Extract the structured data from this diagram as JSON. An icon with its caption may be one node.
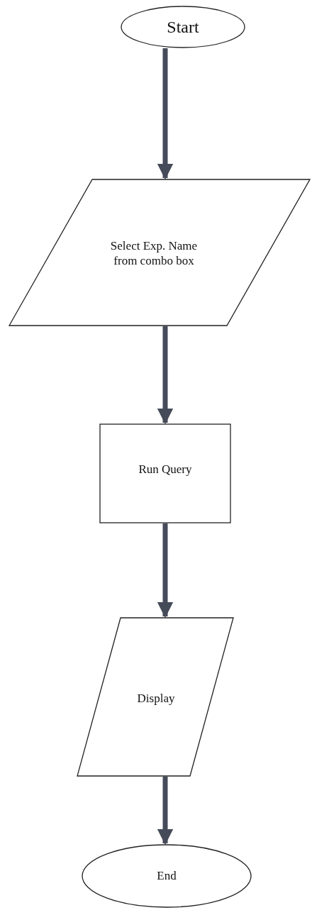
{
  "diagram": {
    "nodes": [
      {
        "text": [
          "Start"
        ]
      },
      {
        "text": [
          "Select Exp. Name from combo box"
        ]
      },
      {
        "text": [
          "Run Query"
        ]
      },
      {
        "text": [
          "Display"
        ]
      },
      {
        "text": [
          "End"
        ]
      }
    ],
    "edges": [
      {
        "from": 0,
        "to": 1,
        "arrow": "to"
      },
      {
        "from": 1,
        "to": 2,
        "arrow": "to"
      },
      {
        "from": 2,
        "to": 3,
        "arrow": "to"
      },
      {
        "from": 3,
        "to": 4,
        "arrow": "to"
      }
    ]
  }
}
